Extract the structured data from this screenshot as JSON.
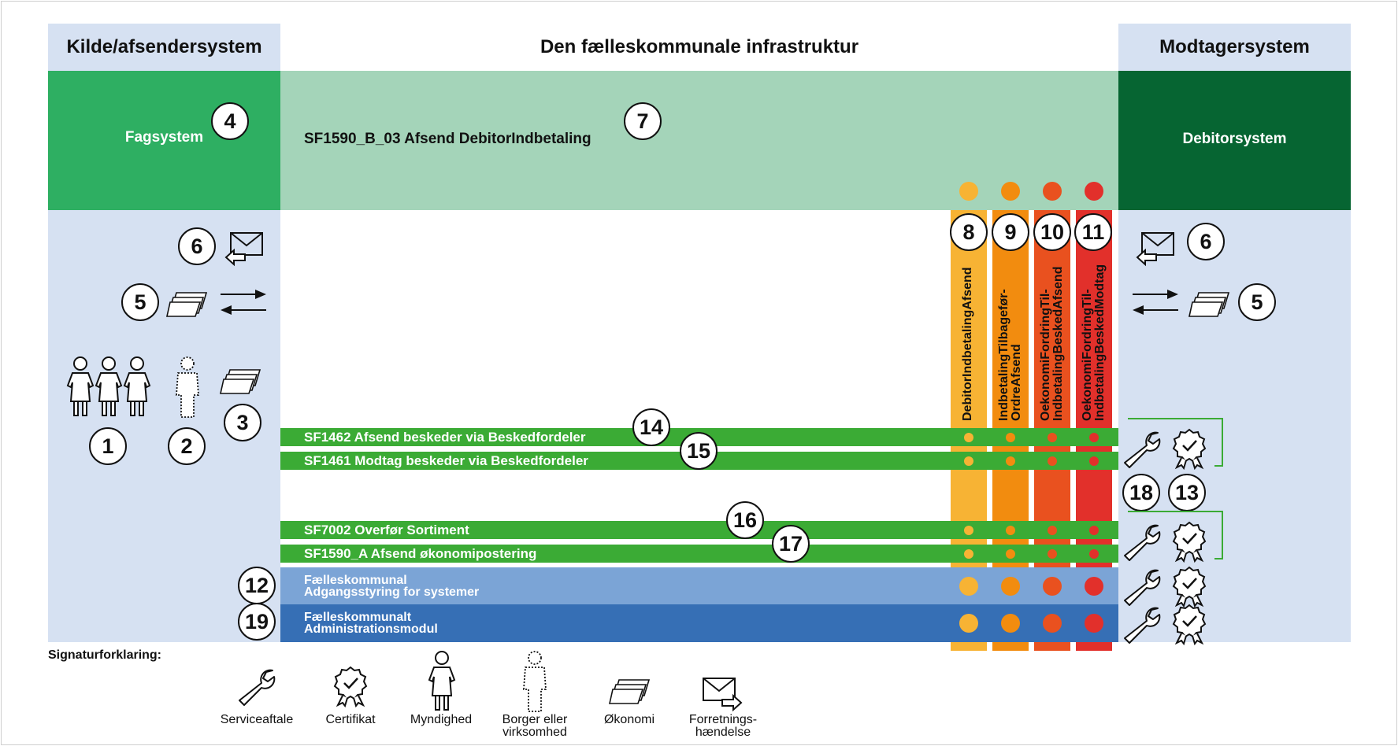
{
  "header": {
    "left": "Kilde/afsendersystem",
    "center": "Den fælleskommunale infrastruktur",
    "right": "Modtagersystem"
  },
  "top_row": {
    "left_box": "Fagsystem",
    "center_box": "SF1590_B_03 Afsend DebitorIndbetaling",
    "right_box": "Debitorsystem"
  },
  "numbers": {
    "n1": "1",
    "n2": "2",
    "n3": "3",
    "n4": "4",
    "n5": "5",
    "n6": "6",
    "n7": "7",
    "n8": "8",
    "n9": "9",
    "n10": "10",
    "n11": "11",
    "n12": "12",
    "n13": "13",
    "n14": "14",
    "n15": "15",
    "n16": "16",
    "n17": "17",
    "n18": "18",
    "n19": "19"
  },
  "columns": [
    {
      "label": "DebitorIndbetalingAfsend",
      "color": "#f7b334"
    },
    {
      "label": "IndbetalingTilbagefør-\nOrdreAfsend",
      "color": "#f28c0f"
    },
    {
      "label": "OekonomiFordringTil-\nIndbetalingBeskedAfsend",
      "color": "#e9511f"
    },
    {
      "label": "OekonomiFordringTil-\nIndbetalingBeskedModtag",
      "color": "#e2302b"
    }
  ],
  "lanes": {
    "sf1462": "SF1462 Afsend beskeder via Beskedfordeler",
    "sf1461": "SF1461 Modtag beskeder via Beskedfordeler",
    "sf7002": "SF7002 Overfør Sortiment",
    "sf1590a": "SF1590_A Afsend økonomipostering"
  },
  "bottom_rows": {
    "row12_line1": "Fælleskommunal",
    "row12_line2": "Adgangsstyring for systemer",
    "row19_line1": "Fælleskommunalt",
    "row19_line2": "Administrationsmodul"
  },
  "legend": {
    "title": "Signaturforklaring:",
    "items": [
      {
        "label": "Serviceaftale",
        "icon": "wrench-icon"
      },
      {
        "label": "Certifikat",
        "icon": "certificate-icon"
      },
      {
        "label": "Myndighed",
        "icon": "authority-person-icon"
      },
      {
        "label": "Borger eller\nvirksomhed",
        "icon": "citizen-person-icon"
      },
      {
        "label": "Økonomi",
        "icon": "money-icon"
      },
      {
        "label": "Forretnings-\nhændelse",
        "icon": "business-event-icon"
      }
    ]
  },
  "colors": {
    "light_blue": "#d6e1f2",
    "green_mid": "#2eaf62",
    "green_light": "#a4d4b9",
    "green_dark": "#066532",
    "lane_green": "#3bab35",
    "blue_light": "#7ba4d6",
    "blue_dark": "#366fb5"
  }
}
